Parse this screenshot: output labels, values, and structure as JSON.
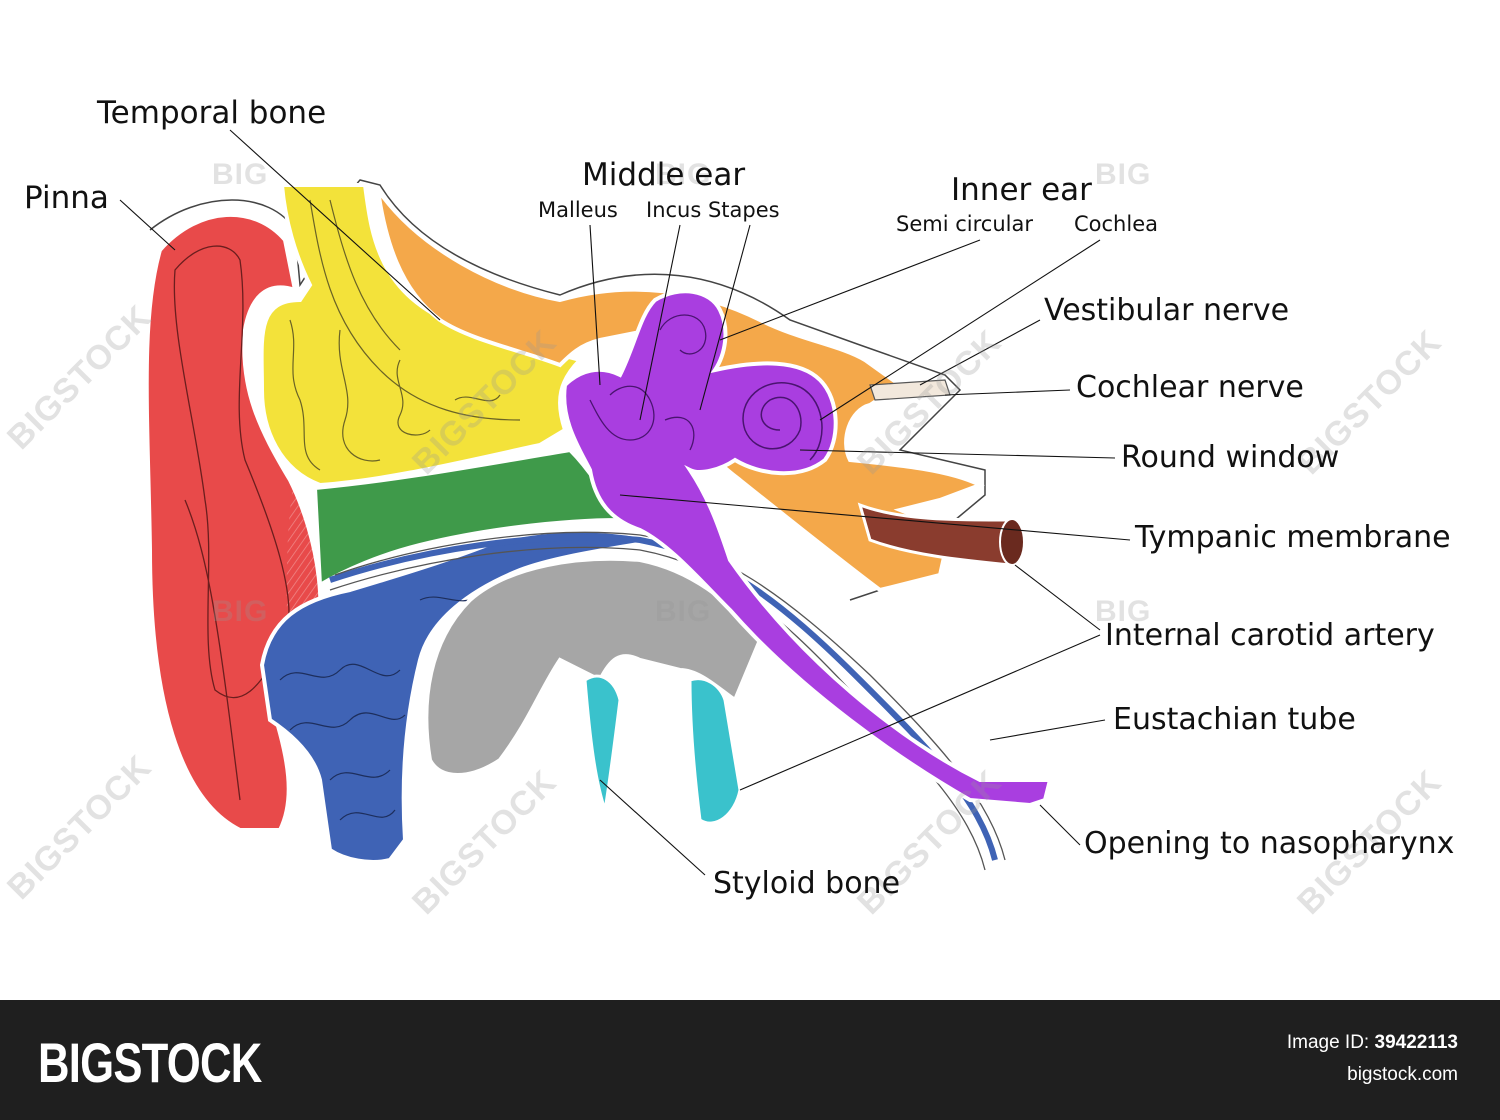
{
  "labels": {
    "temporal_bone": "Temporal bone",
    "pinna": "Pinna",
    "middle_ear": "Middle ear",
    "malleus": "Malleus",
    "incus_stapes": "Incus Stapes",
    "inner_ear": "Inner ear",
    "semi_circular": "Semi circular",
    "cochlea": "Cochlea",
    "vestibular_nerve": "Vestibular nerve",
    "cochlear_nerve": "Cochlear nerve",
    "round_window": "Round window",
    "tympanic_membrane": "Tympanic membrane",
    "internal_carotid_artery": "Internal carotid artery",
    "eustachian_tube": "Eustachian tube",
    "opening_to_nasopharynx": "Opening to nasopharynx",
    "styloid_bone": "Styloid bone"
  },
  "colors": {
    "pinna": "#e84a4a",
    "temporal_bone": "#f3e23a",
    "canal": "#3f9a4a",
    "lower_bone": "#3f63b5",
    "middle_region": "#a6a6a6",
    "ossicles_tube": "#a93ee0",
    "inner_bone": "#f4a84a",
    "artery": "#8a3c2e",
    "styloid": "#3ac2cc"
  },
  "watermark": {
    "big": "BIG",
    "stock": "BIGSTOCK"
  },
  "footer": {
    "brand": "BIGSTOCK",
    "image_id_label": "Image ID:",
    "image_id": "39422113",
    "site": "bigstock.com"
  }
}
